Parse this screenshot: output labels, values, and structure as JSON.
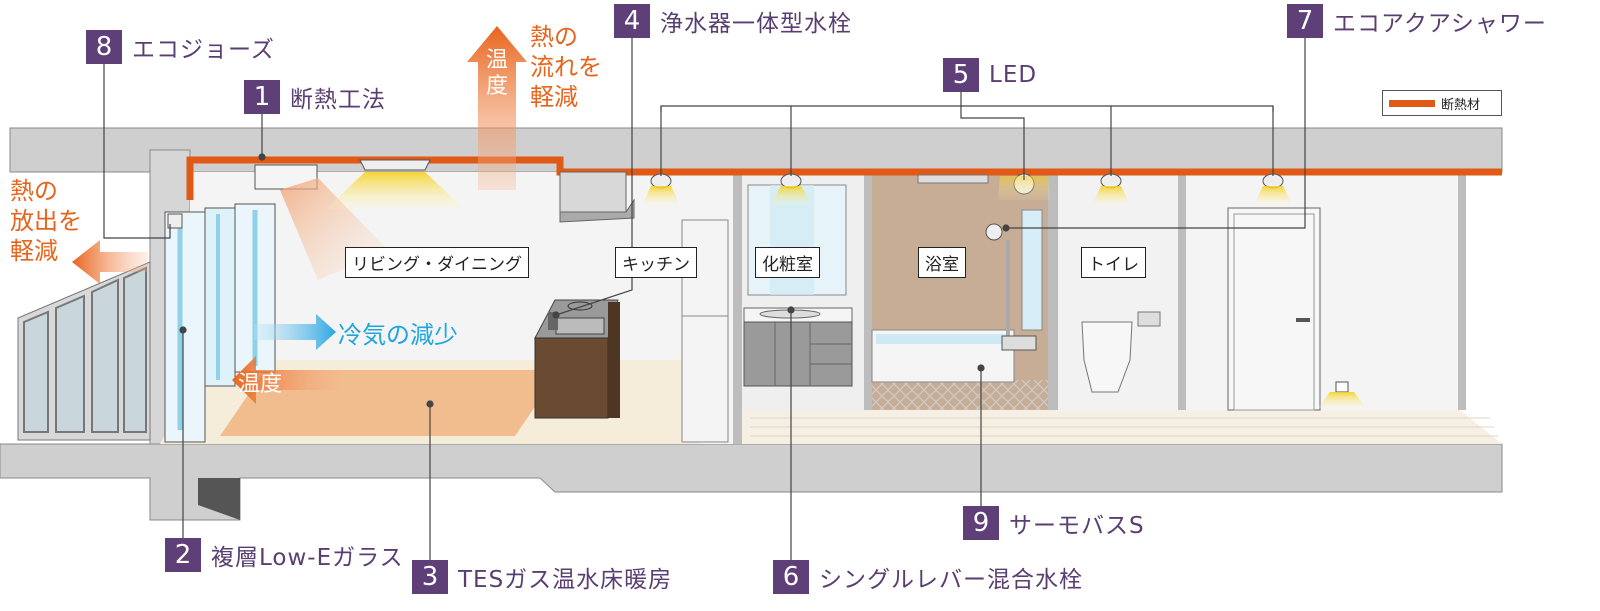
{
  "callouts": [
    {
      "n": "8",
      "label": "エコジョーズ"
    },
    {
      "n": "1",
      "label": "断熱工法"
    },
    {
      "n": "4",
      "label": "浄水器一体型水栓"
    },
    {
      "n": "5",
      "label": "LED"
    },
    {
      "n": "7",
      "label": "エコアクアシャワー"
    },
    {
      "n": "2",
      "label": "複層Low-Eガラス"
    },
    {
      "n": "3",
      "label": "TESガス温水床暖房"
    },
    {
      "n": "6",
      "label": "シングルレバー混合水栓"
    },
    {
      "n": "9",
      "label": "サーモバスS"
    }
  ],
  "rooms": [
    "リビング・ダイニング",
    "キッチン",
    "化粧室",
    "浴室",
    "トイレ"
  ],
  "annotations": {
    "heat_flow_1": "熱の",
    "heat_flow_2": "流れを",
    "heat_flow_3": "軽減",
    "heat_out_1": "熱の",
    "heat_out_2": "放出を",
    "heat_out_3": "軽減",
    "temp_up": "温度",
    "cold_air": "冷気の減少",
    "temp_side": "温度"
  },
  "legend": {
    "label": "断熱材"
  },
  "colors": {
    "insulation": "#e05a16",
    "badge": "#5f3f78",
    "concrete": "#c8c8c8",
    "floor": "#f5ead8",
    "bath": "#c8ad96",
    "cold_arrow": "#3cb4e8"
  }
}
